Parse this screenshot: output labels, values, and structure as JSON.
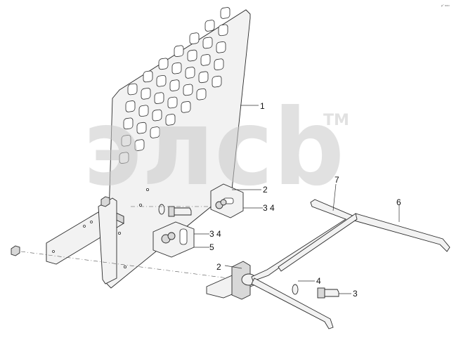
{
  "watermark": {
    "text": "элсb",
    "tm": "TM"
  },
  "corner_mark": "p° ooo",
  "callouts": {
    "c1": "1",
    "c2a": "2",
    "c34a": "3 4",
    "c34b": "3 4",
    "c5": "5",
    "c2b": "2",
    "c4": "4",
    "c3": "3",
    "c7": "7",
    "c6": "6"
  },
  "colors": {
    "line": "#2a2a2a",
    "watermark": "#c9c9c9",
    "background": "#ffffff"
  }
}
